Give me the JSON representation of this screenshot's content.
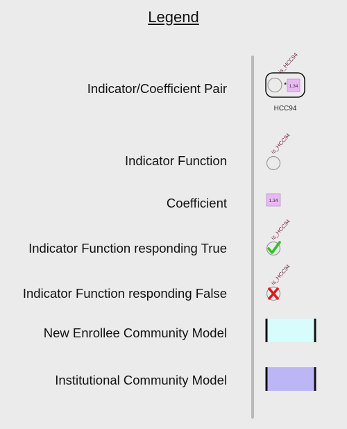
{
  "title": "Legend",
  "items": [
    {
      "label": "Indicator/Coefficient Pair",
      "indicator_tag": "is_HCC94",
      "coefficient_value": "1.34",
      "name_below": "HCC94"
    },
    {
      "label": "Indicator Function",
      "indicator_tag": "is_HCC94"
    },
    {
      "label": "Coefficient",
      "coefficient_value": "1.34"
    },
    {
      "label": "Indicator Function responding True",
      "indicator_tag": "is_HCC94"
    },
    {
      "label": "Indicator Function responding False",
      "indicator_tag": "is_HCC94"
    },
    {
      "label": "New Enrollee Community Model"
    },
    {
      "label": "Institutional Community Model"
    }
  ],
  "colors": {
    "background": "#ebebeb",
    "coefficient_fill": "#e7b8f2",
    "new_enrollee_fill": "#d8fbfb",
    "institutional_fill": "#bdb6f6",
    "true_check": "#2dc41f",
    "false_x": "#e01818",
    "tag_text": "#7a1e3c"
  }
}
